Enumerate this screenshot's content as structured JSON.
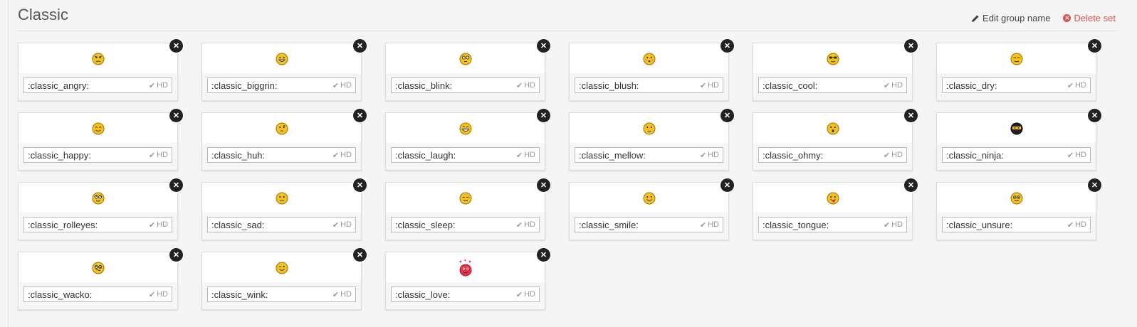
{
  "header": {
    "title": "Classic",
    "edit_label": "Edit group name",
    "delete_label": "Delete set"
  },
  "colors": {
    "face": "#f6c21c",
    "face_stroke": "#9a7400",
    "love_face": "#e8344b",
    "delete": "#d9534f"
  },
  "hd_label": "HD",
  "emoticons": [
    {
      "code": ":classic_angry:",
      "icon": "angry-face-icon"
    },
    {
      "code": ":classic_biggrin:",
      "icon": "biggrin-face-icon"
    },
    {
      "code": ":classic_blink:",
      "icon": "blink-face-icon"
    },
    {
      "code": ":classic_blush:",
      "icon": "blush-face-icon"
    },
    {
      "code": ":classic_cool:",
      "icon": "cool-face-icon"
    },
    {
      "code": ":classic_dry:",
      "icon": "dry-face-icon"
    },
    {
      "code": ":classic_happy:",
      "icon": "happy-face-icon"
    },
    {
      "code": ":classic_huh:",
      "icon": "huh-face-icon"
    },
    {
      "code": ":classic_laugh:",
      "icon": "laugh-face-icon"
    },
    {
      "code": ":classic_mellow:",
      "icon": "mellow-face-icon"
    },
    {
      "code": ":classic_ohmy:",
      "icon": "ohmy-face-icon"
    },
    {
      "code": ":classic_ninja:",
      "icon": "ninja-face-icon"
    },
    {
      "code": ":classic_rolleyes:",
      "icon": "rolleyes-face-icon"
    },
    {
      "code": ":classic_sad:",
      "icon": "sad-face-icon"
    },
    {
      "code": ":classic_sleep:",
      "icon": "sleep-face-icon"
    },
    {
      "code": ":classic_smile:",
      "icon": "smile-face-icon"
    },
    {
      "code": ":classic_tongue:",
      "icon": "tongue-face-icon"
    },
    {
      "code": ":classic_unsure:",
      "icon": "unsure-face-icon"
    },
    {
      "code": ":classic_wacko:",
      "icon": "wacko-face-icon"
    },
    {
      "code": ":classic_wink:",
      "icon": "wink-face-icon"
    },
    {
      "code": ":classic_love:",
      "icon": "love-face-icon"
    }
  ]
}
